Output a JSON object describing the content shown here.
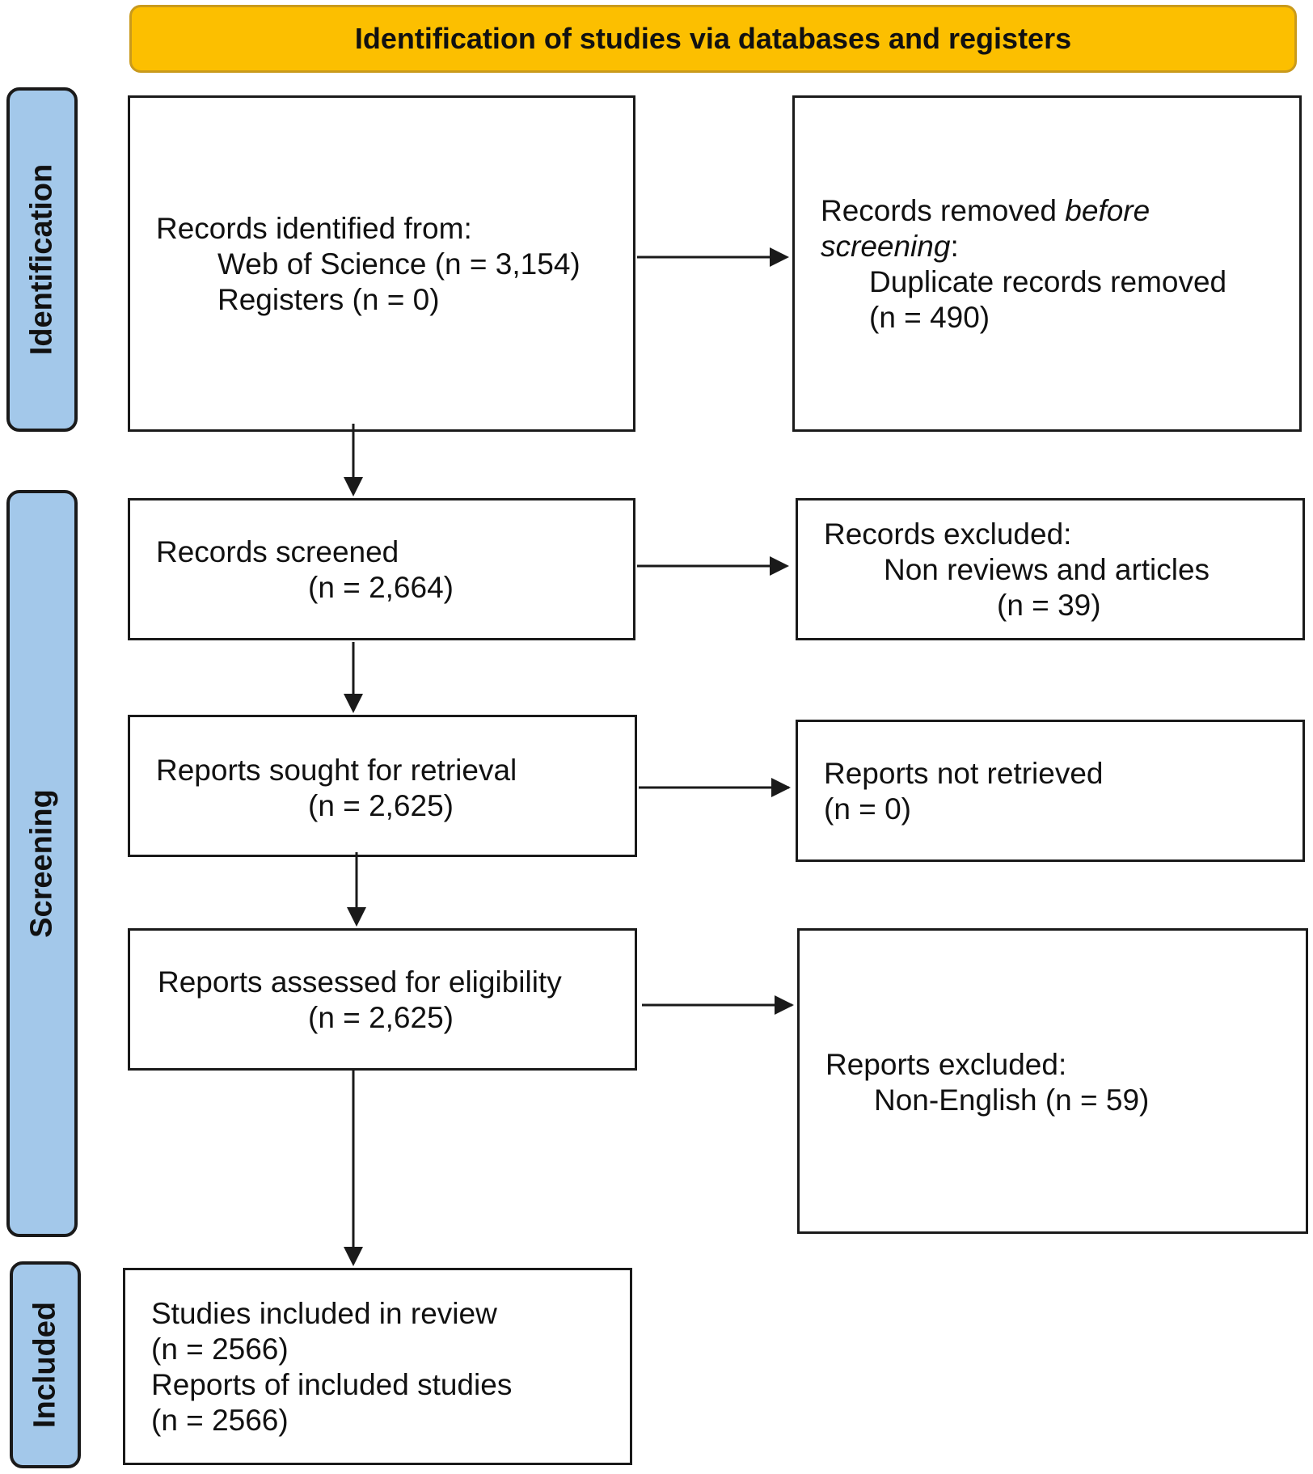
{
  "header": {
    "title": "Identification of studies via databases and registers"
  },
  "stages": {
    "identification": "Identification",
    "screening": "Screening",
    "included": "Included"
  },
  "records_identified": {
    "heading": "Records identified from:",
    "source_1": "Web of Science (n = 3,154)",
    "source_2": "Registers (n = 0)"
  },
  "records_removed": {
    "heading_plain": "Records removed ",
    "heading_italic_1": "before",
    "heading_italic_2": "screening",
    "heading_colon": ":",
    "item": "Duplicate records removed",
    "count": "(n = 490)"
  },
  "records_screened": {
    "label": "Records screened",
    "count": "(n = 2,664)"
  },
  "records_excluded": {
    "heading": "Records excluded:",
    "item": "Non reviews and articles",
    "count": "(n = 39)"
  },
  "reports_sought": {
    "label": "Reports sought for retrieval",
    "count": "(n = 2,625)"
  },
  "reports_not_retrieved": {
    "label": "Reports not retrieved",
    "count": "(n = 0)"
  },
  "reports_assessed": {
    "label": "Reports assessed for eligibility",
    "count": "(n = 2,625)"
  },
  "reports_excluded": {
    "heading": "Reports excluded:",
    "item": "Non-English (n = 59)"
  },
  "included": {
    "studies_label": "Studies included in review",
    "studies_count": "(n = 2566)",
    "reports_label": "Reports of included studies",
    "reports_count": "(n = 2566)"
  },
  "colors": {
    "header_fill": "#fcbf00",
    "stage_fill": "#a3c8ea",
    "stroke": "#1a1a1a"
  }
}
